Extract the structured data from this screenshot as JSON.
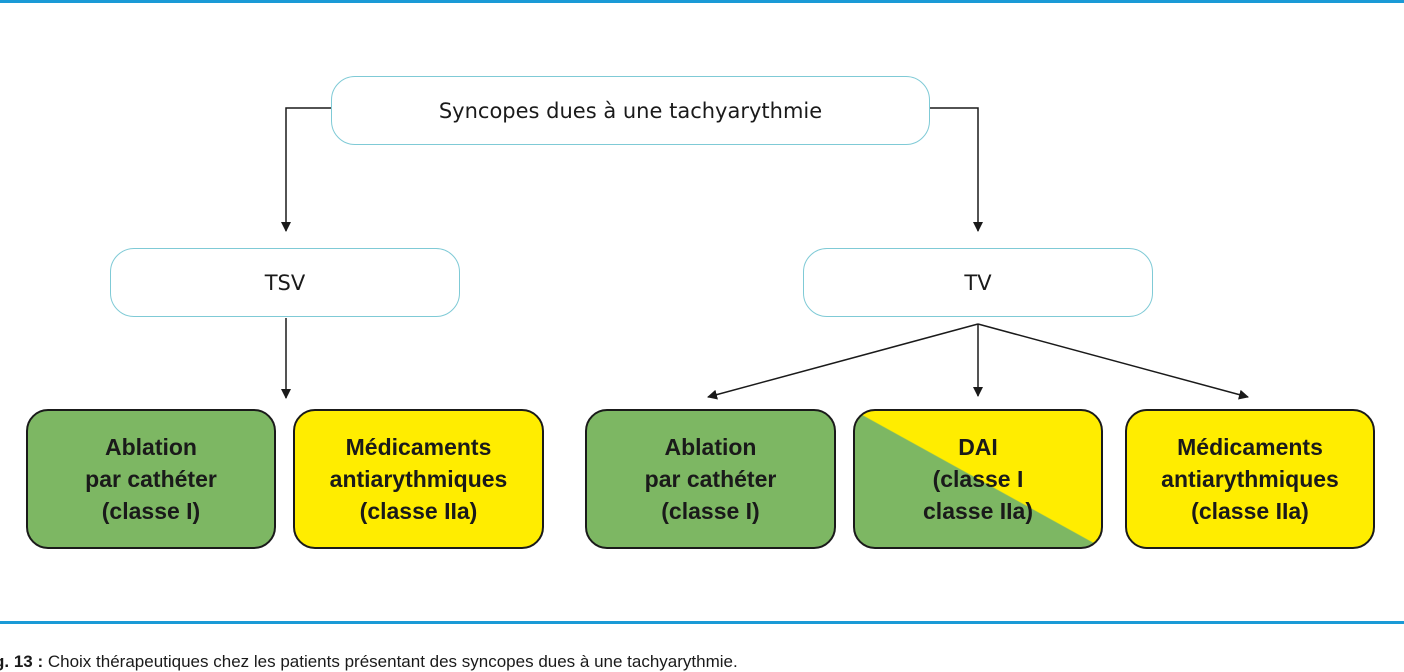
{
  "root": {
    "label": "Syncopes dues à une tachyarythmie"
  },
  "branches": [
    {
      "label": "TSV",
      "children": [
        {
          "lines": [
            "Ablation",
            "par cathéter",
            "(classe I)"
          ],
          "fill": "#7db763"
        },
        {
          "lines": [
            "Médicaments",
            "antiarythmiques",
            "(classe IIa)"
          ],
          "fill": "#ffed00"
        }
      ]
    },
    {
      "label": "TV",
      "children": [
        {
          "lines": [
            "Ablation",
            "par cathéter",
            "(classe I)"
          ],
          "fill": "#7db763"
        },
        {
          "lines": [
            "DAI",
            "(classe I",
            "classe IIa)"
          ],
          "fill": "#7db763/#ffed00"
        },
        {
          "lines": [
            "Médicaments",
            "antiarythmiques",
            "(classe IIa)"
          ],
          "fill": "#ffed00"
        }
      ]
    }
  ],
  "caption": {
    "label": "g. 13 :",
    "text": " Choix thérapeutiques chez les patients présentant des syncopes dues à une tachyarythmie."
  },
  "colors": {
    "rule": "#1a9ad6",
    "node_border": "#7fcad6",
    "green": "#7db763",
    "yellow": "#ffed00",
    "arrow": "#1a1a1a"
  }
}
